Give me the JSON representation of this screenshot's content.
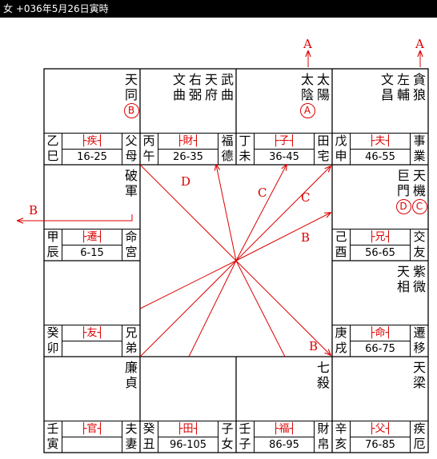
{
  "title": "女 +036年5月26日寅時",
  "palaces": [
    {
      "id": "si",
      "stars": [
        {
          "chars": [
            "天",
            "同"
          ],
          "mark": "B"
        }
      ],
      "stem": [
        "乙",
        "巳"
      ],
      "role": "├疾┤",
      "age": "16-25",
      "palace": [
        "父",
        "母"
      ]
    },
    {
      "id": "wu",
      "stars": [
        {
          "chars": [
            "武",
            "曲"
          ]
        },
        {
          "chars": [
            "天",
            "府"
          ]
        },
        {
          "chars": [
            "右",
            "弼"
          ]
        },
        {
          "chars": [
            "文",
            "曲"
          ]
        }
      ],
      "stem": [
        "丙",
        "午"
      ],
      "role": "├財┤",
      "age": "26-35",
      "palace": [
        "福",
        "德"
      ]
    },
    {
      "id": "wei",
      "stars": [
        {
          "chars": [
            "太",
            "陽"
          ]
        },
        {
          "chars": [
            "太",
            "陰"
          ],
          "mark": "A"
        }
      ],
      "stem": [
        "丁",
        "未"
      ],
      "role": "├子┤",
      "age": "36-45",
      "palace": [
        "田",
        "宅"
      ]
    },
    {
      "id": "shen",
      "stars": [
        {
          "chars": [
            "貪",
            "狼"
          ]
        },
        {
          "chars": [
            "左",
            "輔"
          ]
        },
        {
          "chars": [
            "文",
            "昌"
          ]
        }
      ],
      "stem": [
        "戊",
        "申"
      ],
      "role": "├夫┤",
      "age": "46-55",
      "palace": [
        "事",
        "業"
      ]
    },
    {
      "id": "you",
      "stars": [
        {
          "chars": [
            "天",
            "機"
          ],
          "mark": "C"
        },
        {
          "chars": [
            "巨",
            "門"
          ],
          "mark": "D"
        }
      ],
      "stem": [
        "己",
        "酉"
      ],
      "role": "├兄┤",
      "age": "56-65",
      "palace": [
        "交",
        "友"
      ]
    },
    {
      "id": "xu",
      "stars": [
        {
          "chars": [
            "紫",
            "微"
          ]
        },
        {
          "chars": [
            "天",
            "相"
          ]
        }
      ],
      "stem": [
        "庚",
        "戌"
      ],
      "role": "├命┤",
      "age": "66-75",
      "palace": [
        "遷",
        "移"
      ]
    },
    {
      "id": "hai",
      "stars": [
        {
          "chars": [
            "天",
            "梁"
          ]
        }
      ],
      "stem": [
        "辛",
        "亥"
      ],
      "role": "├父┤",
      "age": "76-85",
      "palace": [
        "疾",
        "厄"
      ]
    },
    {
      "id": "zi",
      "stars": [
        {
          "chars": [
            "七",
            "殺"
          ]
        }
      ],
      "stem": [
        "壬",
        "子"
      ],
      "role": "├福┤",
      "age": "86-95",
      "palace": [
        "財",
        "帛"
      ]
    },
    {
      "id": "chou",
      "stars": [],
      "stem": [
        "癸",
        "丑"
      ],
      "role": "├田┤",
      "age": "96-105",
      "palace": [
        "子",
        "女"
      ]
    },
    {
      "id": "yin",
      "stars": [
        {
          "chars": [
            "廉",
            "貞"
          ]
        }
      ],
      "stem": [
        "壬",
        "寅"
      ],
      "role": "├官┤",
      "age": "",
      "palace": [
        "夫",
        "妻"
      ]
    },
    {
      "id": "mao",
      "stars": [],
      "stem": [
        "癸",
        "卯"
      ],
      "role": "├友┤",
      "age": "",
      "palace": [
        "兄",
        "弟"
      ]
    },
    {
      "id": "chen",
      "stars": [
        {
          "chars": [
            "破",
            "軍"
          ]
        }
      ],
      "stem": [
        "甲",
        "辰"
      ],
      "role": "├遷┤",
      "age": "6-15",
      "palace": [
        "命",
        "宮"
      ]
    }
  ],
  "arrows": {
    "top_a1": "A",
    "top_a2": "A",
    "left_b": "B",
    "c1": "C",
    "c2": "C",
    "d": "D",
    "b1": "B",
    "b2": "B"
  },
  "colors": {
    "accent": "#dd0000",
    "line": "#000000",
    "background": "#ffffff",
    "titlebar": "#000000"
  }
}
